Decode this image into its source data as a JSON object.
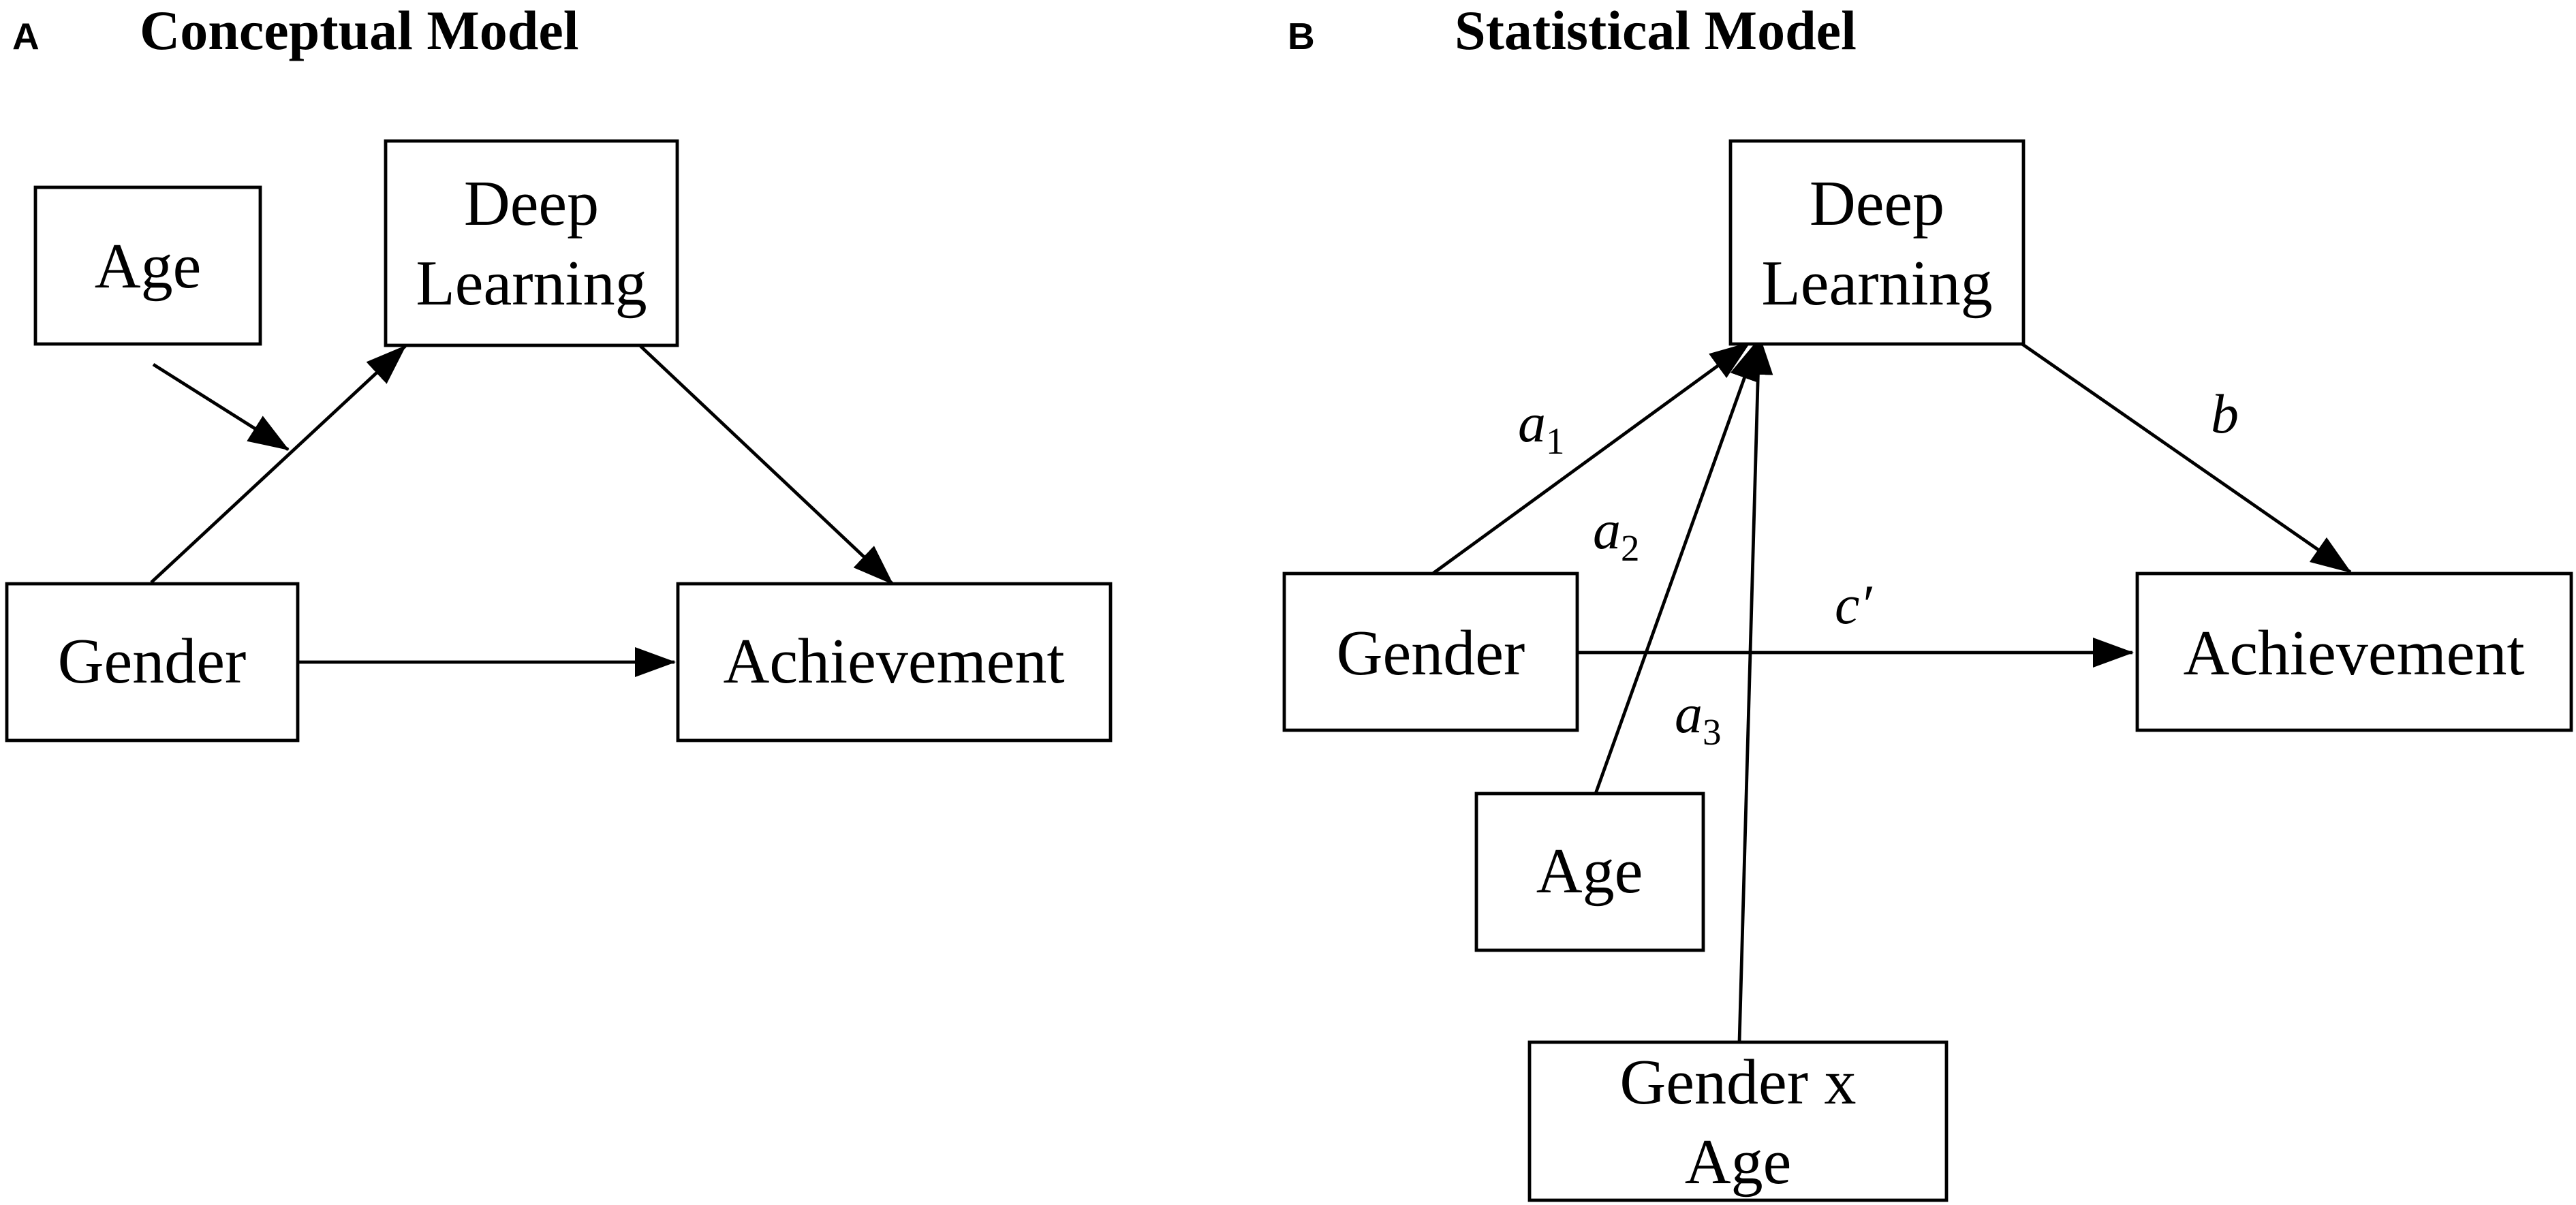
{
  "panel_a": {
    "letter": "A",
    "title": "Conceptual Model",
    "nodes": {
      "age": "Age",
      "deep_learning": [
        "Deep",
        "Learning"
      ],
      "gender": "Gender",
      "achievement": "Achievement"
    }
  },
  "panel_b": {
    "letter": "B",
    "title": "Statistical Model",
    "nodes": {
      "deep_learning": [
        "Deep",
        "Learning"
      ],
      "gender": "Gender",
      "achievement": "Achievement",
      "age": "Age",
      "gender_x_age": [
        "Gender x",
        "Age"
      ]
    },
    "coefficients": {
      "a1": {
        "symbol": "a",
        "sub": "1"
      },
      "a2": {
        "symbol": "a",
        "sub": "2"
      },
      "a3": {
        "symbol": "a",
        "sub": "3"
      },
      "b": {
        "symbol": "b"
      },
      "c_prime": {
        "symbol": "c′"
      }
    }
  },
  "colors": {
    "stroke": "#000000",
    "background": "#ffffff"
  }
}
